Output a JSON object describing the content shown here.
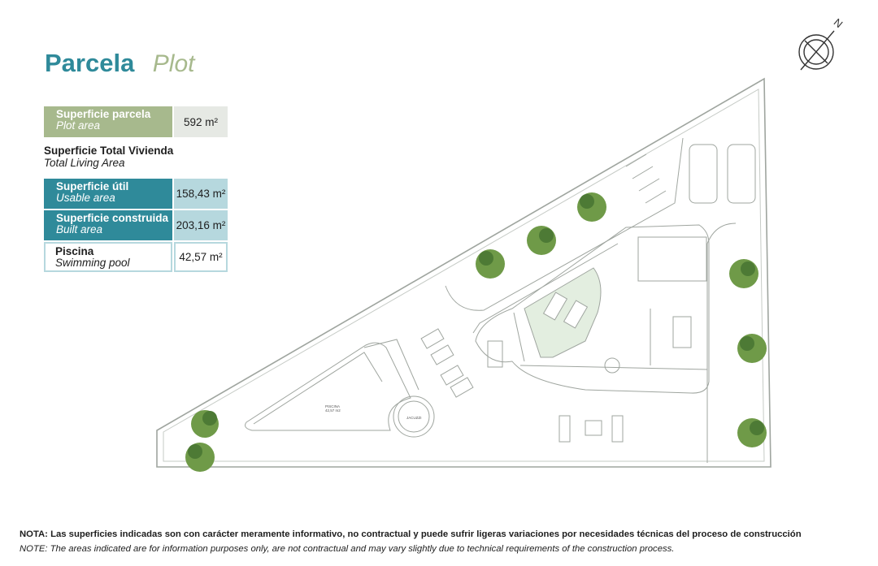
{
  "header": {
    "title_es": "Parcela",
    "title_en": "Plot"
  },
  "plot_area": {
    "label_es": "Superficie parcela",
    "label_en": "Plot area",
    "value": "592 m²"
  },
  "total_living": {
    "label_es": "Superficie Total Vivienda",
    "label_en": "Total Living Area"
  },
  "usable_area": {
    "label_es": "Superficie útil",
    "label_en": "Usable area",
    "value": "158,43 m²"
  },
  "built_area": {
    "label_es": "Superficie construida",
    "label_en": "Built area",
    "value": "203,16 m²"
  },
  "pool": {
    "label_es": "Piscina",
    "label_en": "Swimming pool",
    "value": "42,57 m²"
  },
  "plan": {
    "north_label": "N",
    "pool_label": "PISCINA",
    "pool_area": "42,57 m2",
    "jacuzzi_label": "JACUZZI",
    "colors": {
      "line": "#9fa59f",
      "grass": "#e3eee0",
      "tree": "#6f9a48",
      "tree_dark": "#4d7a35"
    }
  },
  "note": {
    "es": "NOTA: Las superficies indicadas son con carácter meramente informativo, no contractual y puede sufrir ligeras variaciones por necesidades técnicas del proceso de construcción",
    "en": "NOTE: The areas indicated are for information purposes only, are not contractual and may vary slightly due to technical requirements of the construction process."
  }
}
